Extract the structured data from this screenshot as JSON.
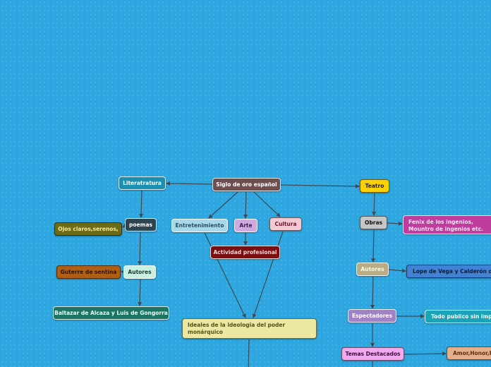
{
  "nodes": {
    "root": "Siglo de oro español",
    "literatura": "Literatratura",
    "poemas": "poemas",
    "ojos": "Ojos claros,serenos,",
    "autores_left": "Autores",
    "guterre": "Guterre de sentina",
    "baltazar": "Baltazar de Alcaza y Luis de Gongorra",
    "entretenimiento": "Entretenimiento",
    "arte": "Arte",
    "cultura": "Cultura",
    "actividad": "Actividad profesional",
    "ideales": "Ideales de la ideologia del poder monárquico",
    "teatro": "Teatro",
    "obras": "Obras",
    "fenix": "Fenix de los ingenios, Mountro de ingenios etc.",
    "autores_right": "Autores",
    "lope": "Lope de Vega y Calderón de",
    "espectadores": "Espectadores",
    "todo_publico": "Todo publico sin impo",
    "temas": "Temas Destacados",
    "amor": "Amor,Honor,H"
  },
  "colors": {
    "background": "#2ea7e0",
    "connector": "#3b4a55",
    "root": "#6e4e4e",
    "teatro": "#ffd000",
    "actividad": "#7b0e11"
  }
}
